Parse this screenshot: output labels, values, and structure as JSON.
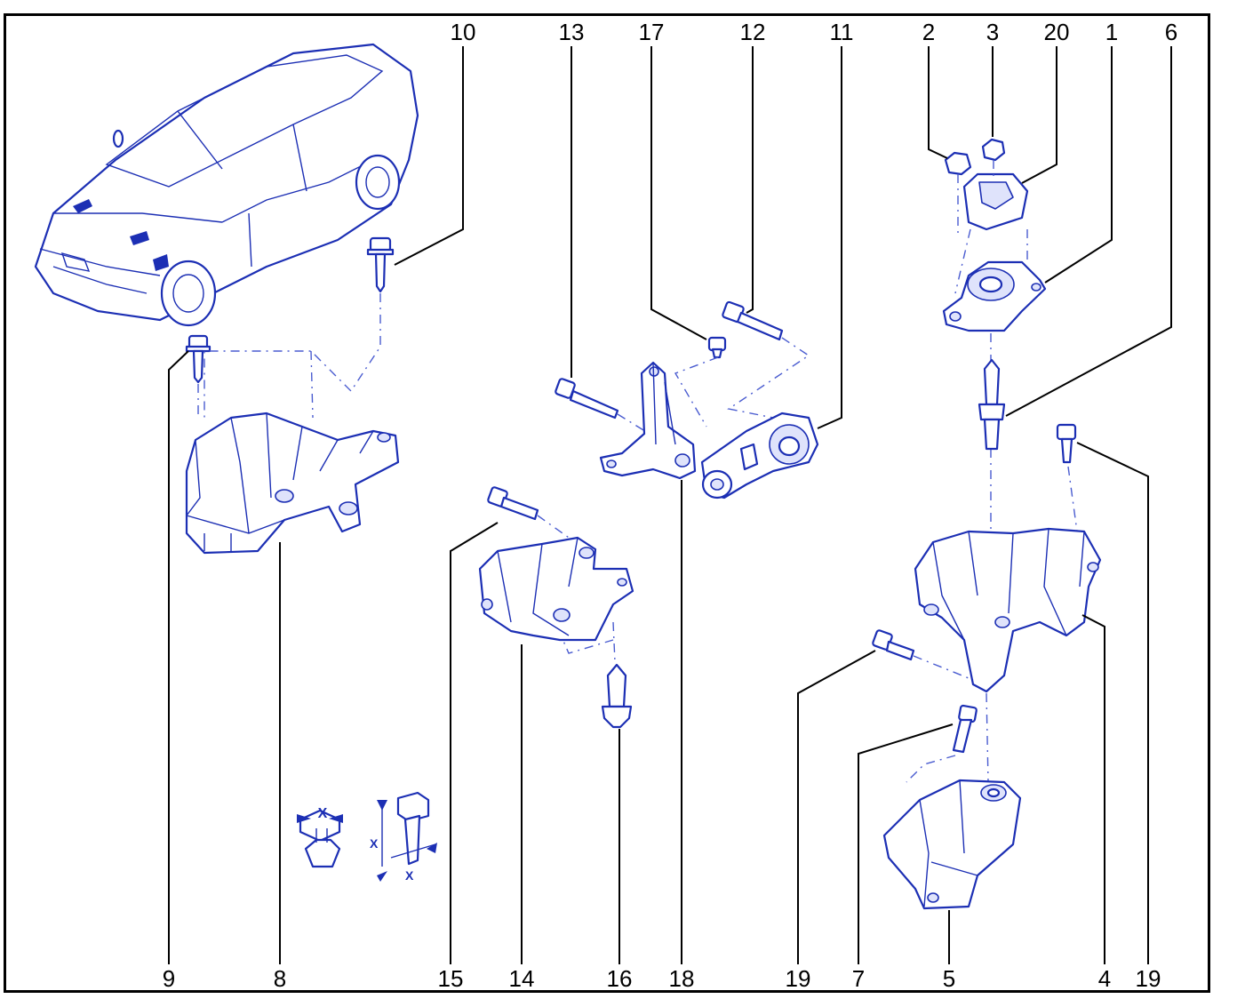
{
  "diagram": {
    "callouts_top": [
      "10",
      "13",
      "17",
      "12",
      "11",
      "2",
      "3",
      "20",
      "1",
      "6"
    ],
    "callouts_bottom": [
      "9",
      "8",
      "15",
      "14",
      "16",
      "18",
      "19",
      "7",
      "5",
      "4",
      "19"
    ],
    "torque_symbol_label": "X"
  },
  "colors": {
    "line_art": "#1c2fb4",
    "leader": "#000000",
    "border": "#000000"
  }
}
